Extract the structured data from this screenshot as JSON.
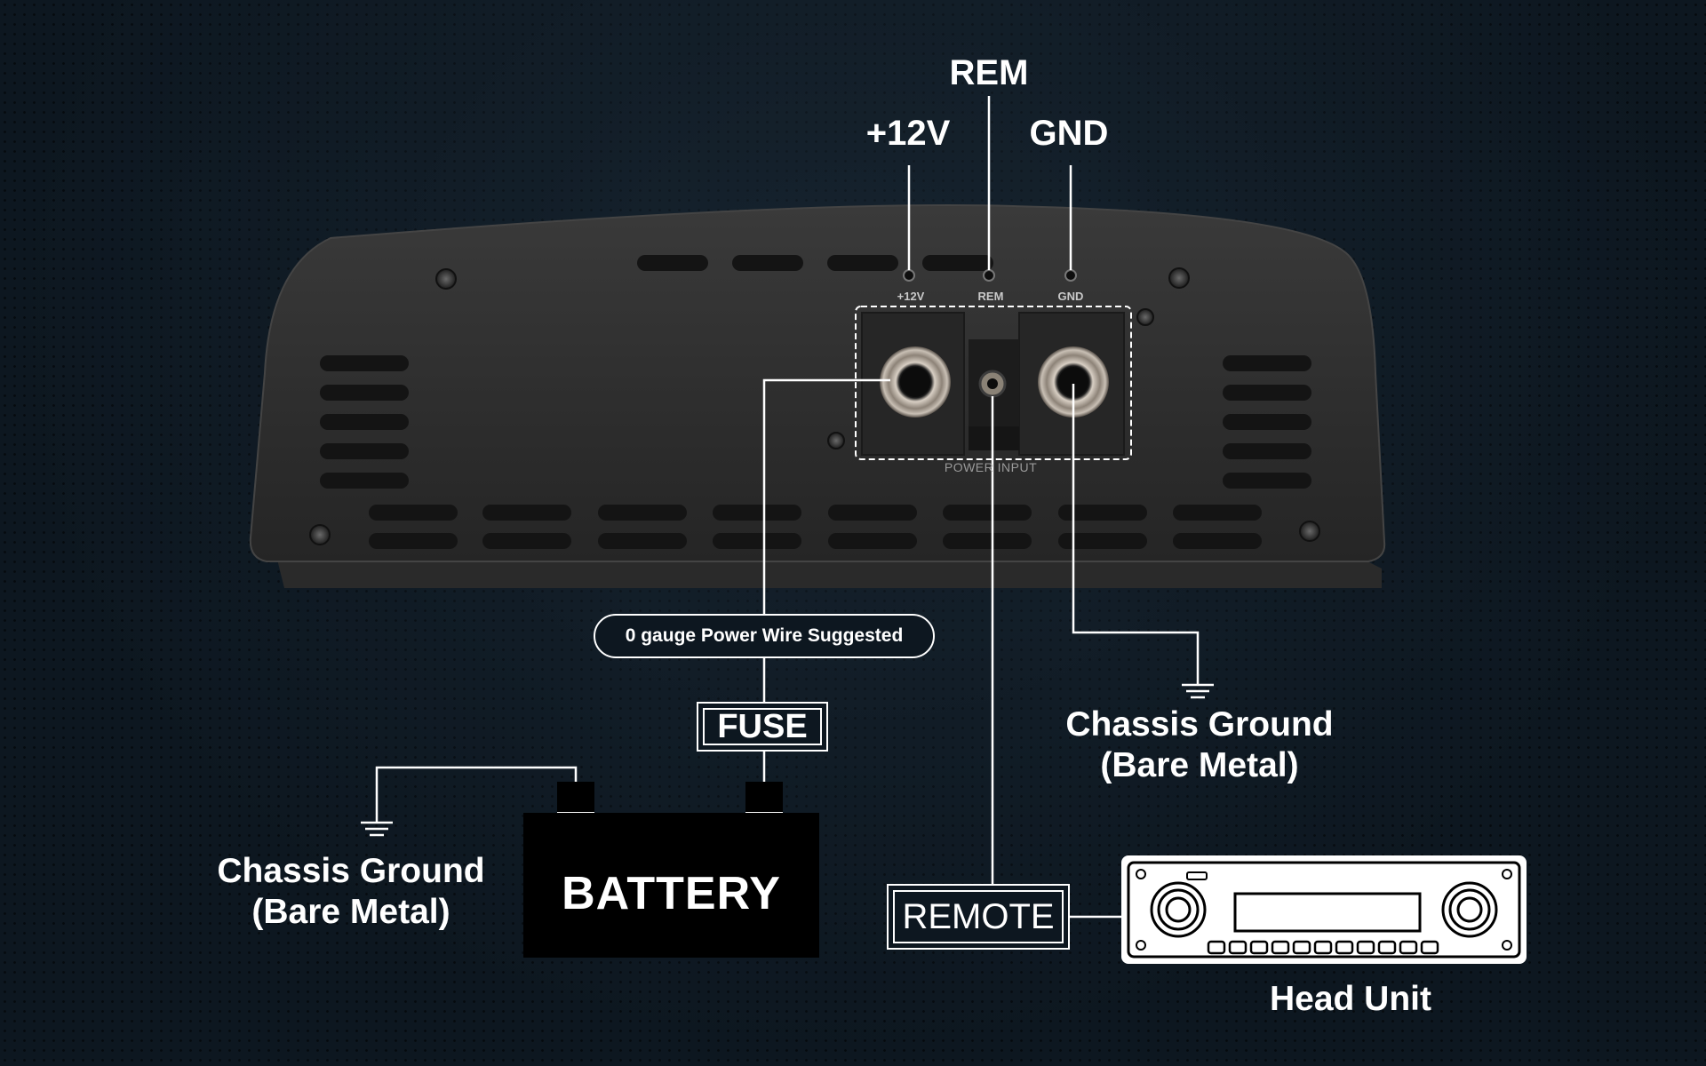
{
  "labels": {
    "rem": "REM",
    "plus12v": "+12V",
    "gnd": "GND",
    "wire_note": "0 gauge Power Wire Suggested",
    "fuse": "FUSE",
    "battery": "BATTERY",
    "battery_neg": "−",
    "battery_pos": "+",
    "chassis_ground_right": [
      "Chassis Ground",
      "(Bare Metal)"
    ],
    "chassis_ground_left": [
      "Chassis Ground",
      "(Bare Metal)"
    ],
    "remote": "REMOTE",
    "head_unit": "Head Unit"
  },
  "amplifier_panel": {
    "port_labels": [
      "+12V",
      "REM",
      "GND"
    ],
    "panel_label": "POWER INPUT"
  },
  "colors": {
    "background": "#0d1720",
    "amplifier_body": "#2f2f2f",
    "wire": "#ffffff",
    "battery": "#000000"
  },
  "icons": [
    "ground-symbol-icon",
    "head-unit-icon",
    "screw-icon",
    "power-terminal-icon",
    "rca-remote-jack-icon"
  ]
}
